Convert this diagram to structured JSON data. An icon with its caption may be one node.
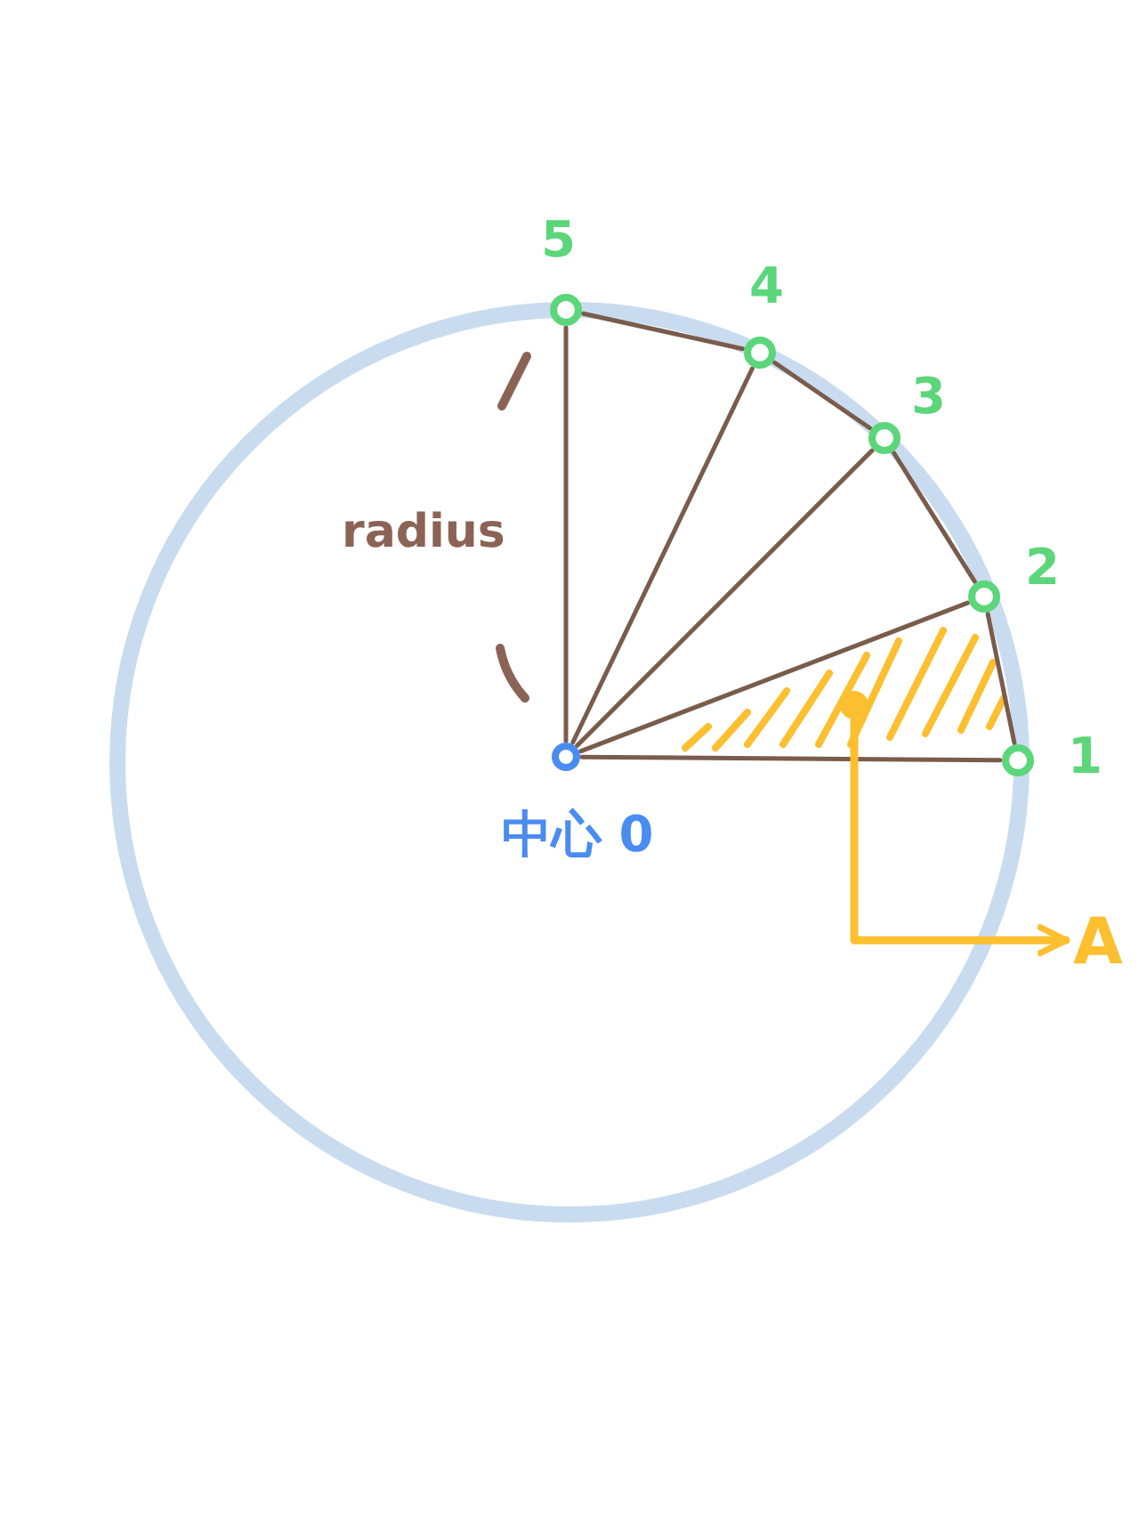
{
  "diagram": {
    "nodes": [
      {
        "text": [],
        "shape": "circle",
        "beside": [
          "中心 0"
        ]
      },
      {
        "text": [],
        "shape": "circle",
        "beside": [
          "1"
        ]
      },
      {
        "text": [],
        "shape": "circle",
        "beside": [
          "2"
        ]
      },
      {
        "text": [],
        "shape": "circle",
        "beside": [
          "3"
        ]
      },
      {
        "text": [],
        "shape": "circle",
        "beside": [
          "4"
        ]
      },
      {
        "text": [],
        "shape": "circle",
        "beside": [
          "5"
        ]
      },
      {
        "text": [],
        "shape": "circle"
      },
      {
        "text": [
          "A"
        ]
      }
    ],
    "edges": [
      {
        "from": 0,
        "to": 1,
        "arrow": "none"
      },
      {
        "from": 0,
        "to": 2,
        "arrow": "none"
      },
      {
        "from": 0,
        "to": 3,
        "arrow": "none"
      },
      {
        "from": 0,
        "to": 4,
        "arrow": "none"
      },
      {
        "from": 0,
        "to": 5,
        "arrow": "none"
      },
      {
        "from": 1,
        "to": 2,
        "arrow": "none"
      },
      {
        "from": 2,
        "to": 3,
        "arrow": "none"
      },
      {
        "from": 3,
        "to": 4,
        "arrow": "none"
      },
      {
        "from": 4,
        "to": 5,
        "arrow": "none"
      },
      {
        "from": 6,
        "to": 7,
        "arrow": "to",
        "style": "thick",
        "color": "#fbbf2f"
      }
    ],
    "labels": [
      "radius"
    ]
  }
}
